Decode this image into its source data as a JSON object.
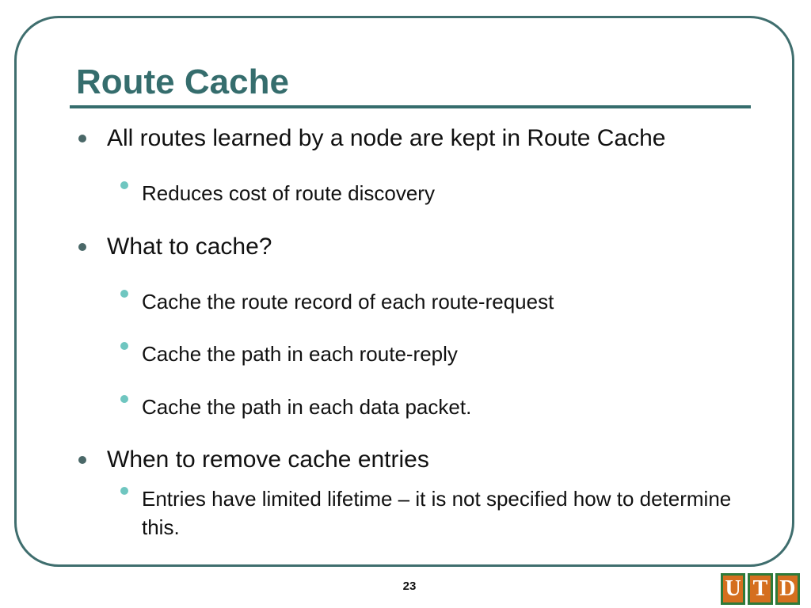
{
  "slide": {
    "title": "Route Cache",
    "page_number": "23",
    "logo": {
      "letters": [
        "U",
        "T",
        "D"
      ],
      "colors": {
        "fill": "#d56f1f",
        "border": "#2e7a3a"
      }
    },
    "colors": {
      "title": "#356d6d",
      "frame": "#3f6e6e",
      "bullet_dot": "#4a6868",
      "sub_bullet_dot": "#6fc6c0"
    },
    "bullets": [
      {
        "text": "All routes learned by a node are kept in Route Cache",
        "subs": [
          "Reduces cost of route discovery"
        ]
      },
      {
        "text": "What to cache?",
        "subs": [
          "Cache the route record of each route-request",
          "Cache the path in each route-reply",
          "Cache the path in each data packet."
        ]
      },
      {
        "text": "When to remove cache entries",
        "subs": [
          "Entries have limited lifetime – it is not specified how to determine this."
        ]
      }
    ]
  }
}
